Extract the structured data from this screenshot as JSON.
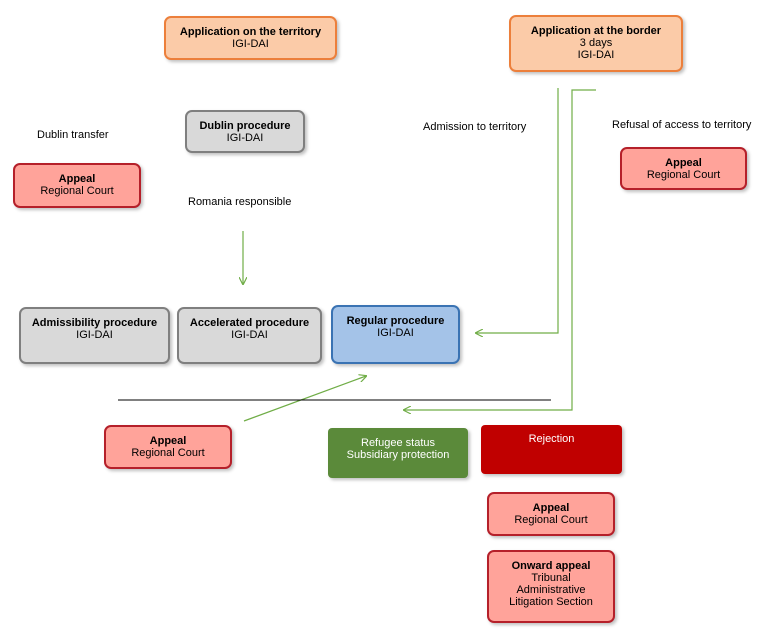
{
  "boxes": {
    "app_territory": {
      "title": "Application on the territory",
      "sub": "IGI-DAI"
    },
    "app_border": {
      "title": "Application at the border",
      "sub1": "3 days",
      "sub2": "IGI-DAI"
    },
    "dublin": {
      "title": "Dublin procedure",
      "sub": "IGI-DAI"
    },
    "appeal_left": {
      "title": "Appeal",
      "sub": "Regional Court"
    },
    "appeal_right": {
      "title": "Appeal",
      "sub": "Regional Court"
    },
    "admissibility": {
      "title": "Admissibility procedure",
      "sub": "IGI-DAI"
    },
    "accelerated": {
      "title": "Accelerated procedure",
      "sub": "IGI-DAI"
    },
    "regular": {
      "title": "Regular procedure",
      "sub": "IGI-DAI"
    },
    "appeal_bottom": {
      "title": "Appeal",
      "sub": "Regional Court"
    },
    "refugee": {
      "line1": "Refugee status",
      "line2": "Subsidiary protection"
    },
    "rejection": {
      "label": "Rejection"
    },
    "appeal_rejection": {
      "title": "Appeal",
      "sub": "Regional Court"
    },
    "onward": {
      "title": "Onward appeal",
      "sub1": "Tribunal",
      "sub2": "Administrative",
      "sub3": "Litigation Section"
    }
  },
  "labels": {
    "dublin_transfer": "Dublin transfer",
    "romania_responsible": "Romania responsible",
    "admission": "Admission to territory",
    "refusal": "Refusal of access to territory"
  },
  "colors": {
    "arrow": "#70ad47",
    "orange_fill": "#fbcba8",
    "orange_border": "#ec7f3b",
    "grey_fill": "#d9d9d9",
    "blue_fill": "#a4c3e8",
    "red_fill": "#ffa39a",
    "red_border": "#b5202a",
    "green_fill": "#5b8a3a",
    "dark_red_fill": "#c00000"
  }
}
